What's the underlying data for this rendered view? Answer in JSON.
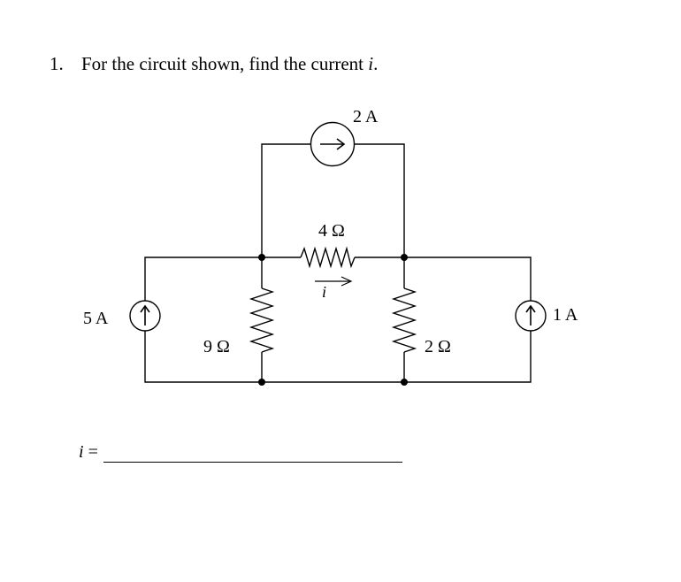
{
  "question": {
    "number": "1.",
    "text_before": "For the circuit shown, find the current ",
    "variable": "i",
    "text_after": "."
  },
  "circuit": {
    "top_source_label": "2 A",
    "middle_resistor_label": "4 Ω",
    "current_label": "i",
    "left_source_label": "5 A",
    "left_resistor_label": "9 Ω",
    "right_resistor_label": "2 Ω",
    "right_source_label": "1 A"
  },
  "answer": {
    "variable": "i",
    "equals": " ="
  }
}
